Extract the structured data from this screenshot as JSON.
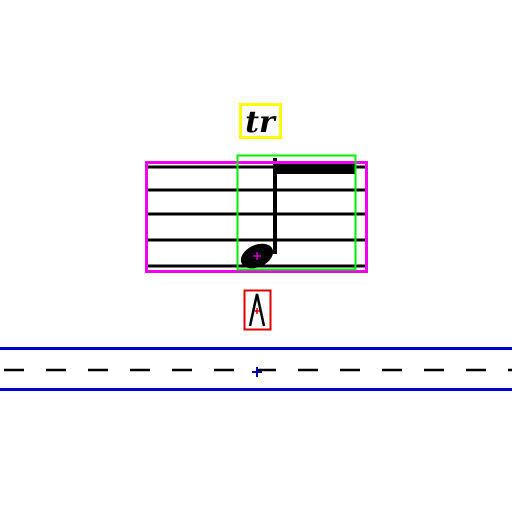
{
  "annotation": {
    "ornament_label": "tr",
    "articulation_symbol": "accent-marcato-icon"
  },
  "colors": {
    "staff_line": "#000000",
    "note_ink": "#000000",
    "ornament_box": "#ffff00",
    "note_box": "#00ee00",
    "staff_box": "#ee00ee",
    "articulation_box": "#dd0000",
    "bottom_band": "#0000cc",
    "centre_marker_magenta": "#cc00cc",
    "centre_marker_blue": "#0000aa",
    "centre_marker_red": "#dd0000"
  },
  "elements": {
    "staff_lines": 5,
    "note": "eighth-note",
    "bottom_band_style": "dashed"
  }
}
